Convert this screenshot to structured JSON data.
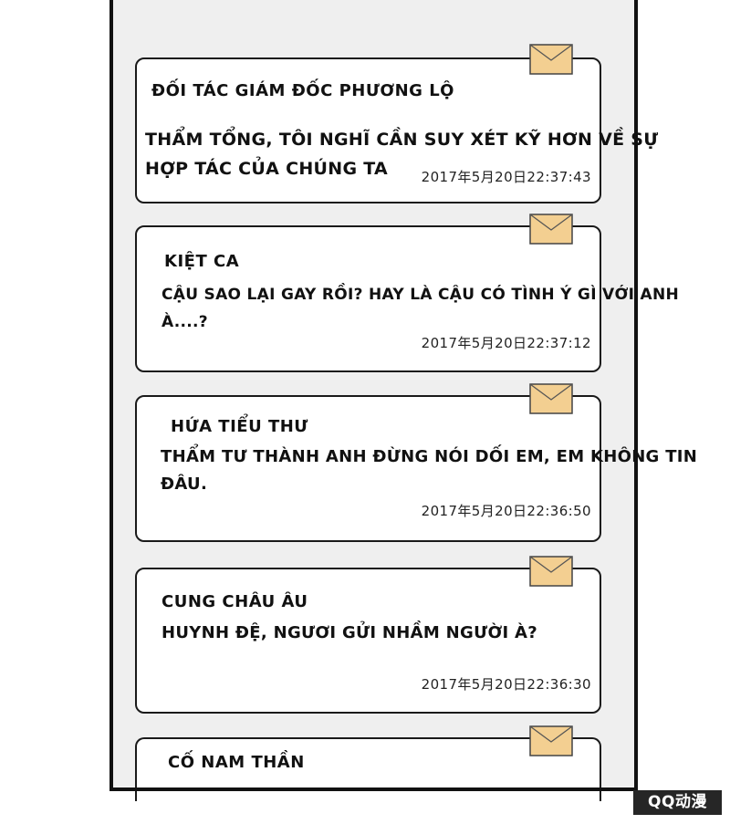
{
  "messages": [
    {
      "sender": "ĐỐI TÁC GIÁM ĐỐC PHƯƠNG LỘ",
      "text_line1": "THẨM TỔNG, TÔI NGHĨ CẦN SUY XÉT KỸ HƠN VỀ SỰ",
      "text_line2": "HỢP TÁC CỦA CHÚNG TA",
      "time": "2017年5月20日22:37:43"
    },
    {
      "sender": "KIỆT CA",
      "text_line1": "CẬU SAO LẠI GAY RỒI? HAY LÀ CẬU CÓ TÌNH Ý GÌ VỚI ANH",
      "text_line2": "À....?",
      "time": "2017年5月20日22:37:12"
    },
    {
      "sender": "HỨA TIỂU THƯ",
      "text_line1": "THẨM TƯ THÀNH ANH ĐỪNG NÓI DỐI EM, EM KHÔNG TIN",
      "text_line2": "ĐÂU.",
      "time": "2017年5月20日22:36:50"
    },
    {
      "sender": "CUNG CHÂU ÂU",
      "text_line1": "HUYNH ĐỆ, NGƯƠI GỬI NHẦM NGƯỜI À?",
      "time": "2017年5月20日22:36:30"
    },
    {
      "sender": "CỐ NAM THẦN"
    }
  ],
  "envelope_icon": "envelope-icon",
  "colors": {
    "envelope": "#f3cf91",
    "background": "#efefef",
    "border": "#1a1a1a"
  },
  "watermark": "QQ动漫"
}
